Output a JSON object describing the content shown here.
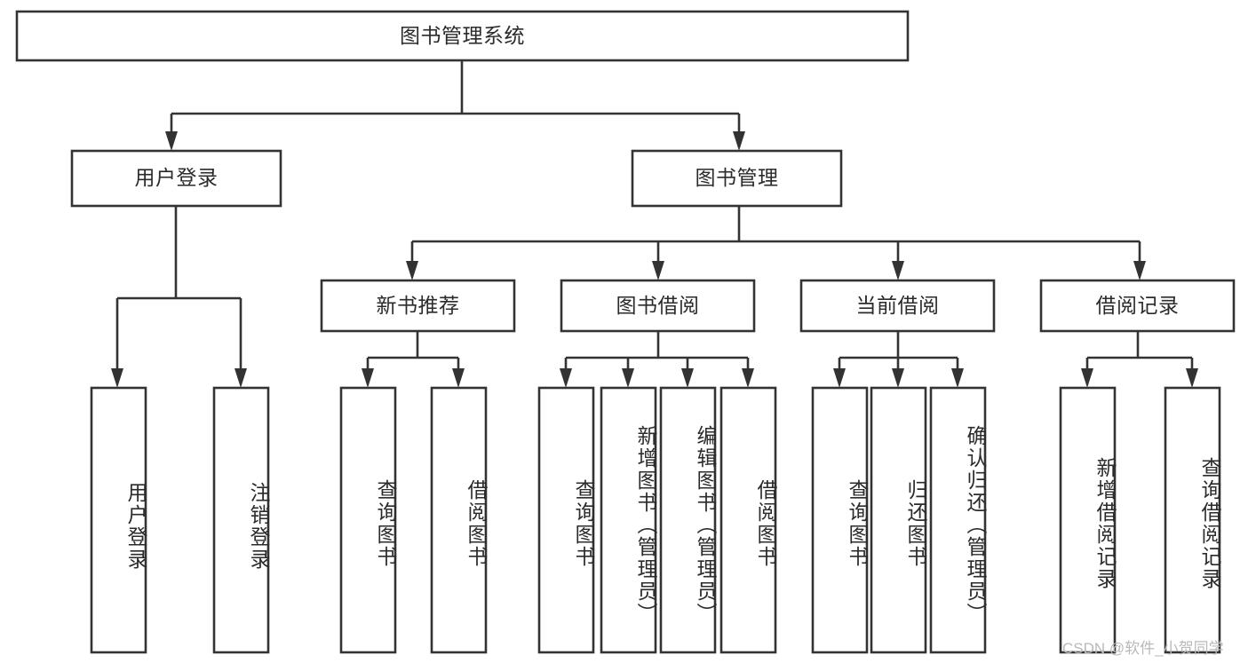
{
  "diagram": {
    "title": "图书管理系统",
    "type": "hierarchy-tree",
    "root": {
      "label": "图书管理系统",
      "children": [
        {
          "label": "用户登录",
          "children": [
            {
              "label": "用户登录"
            },
            {
              "label": "注销登录"
            }
          ]
        },
        {
          "label": "图书管理",
          "children": [
            {
              "label": "新书推荐",
              "children": [
                {
                  "label": "查询图书"
                },
                {
                  "label": "借阅图书"
                }
              ]
            },
            {
              "label": "图书借阅",
              "children": [
                {
                  "label": "查询图书"
                },
                {
                  "label": "新增图书（管理员）"
                },
                {
                  "label": "编辑图书（管理员）"
                },
                {
                  "label": "借阅图书"
                }
              ]
            },
            {
              "label": "当前借阅",
              "children": [
                {
                  "label": "查询图书"
                },
                {
                  "label": "归还图书"
                },
                {
                  "label": "确认归还（管理员）"
                }
              ]
            },
            {
              "label": "借阅记录",
              "children": [
                {
                  "label": "新增借阅记录"
                },
                {
                  "label": "查询借阅记录"
                }
              ]
            }
          ]
        }
      ]
    }
  },
  "labels": {
    "root": "图书管理系统",
    "l2_user_login": "用户登录",
    "l2_book_manage": "图书管理",
    "l3_new_book": "新书推荐",
    "l3_borrow": "图书借阅",
    "l3_current": "当前借阅",
    "l3_record": "借阅记录",
    "leaf_user_login": "用户登录",
    "leaf_logout": "注销登录",
    "leaf_query_book_a": "查询图书",
    "leaf_borrow_book_a": "借阅图书",
    "leaf_query_book_b": "查询图书",
    "leaf_add_book": "新增图书（管理员）",
    "leaf_edit_book": "编辑图书（管理员）",
    "leaf_borrow_book_b": "借阅图书",
    "leaf_query_book_c": "查询图书",
    "leaf_return_book": "归还图书",
    "leaf_confirm_return": "确认归还（管理员）",
    "leaf_add_record": "新增借阅记录",
    "leaf_query_record": "查询借阅记录"
  },
  "watermark": {
    "text": "CSDN @软件_小贺同学"
  },
  "colors": {
    "stroke": "#333333",
    "box_fill": "#ffffff",
    "text": "#2b2b2b",
    "background": "#ffffff",
    "watermark": "#b9b9b9"
  }
}
